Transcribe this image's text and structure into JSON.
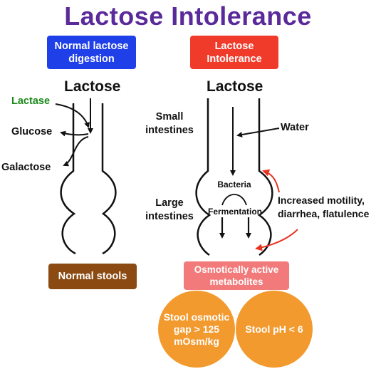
{
  "title": "Lactose Intolerance",
  "normal": {
    "header": "Normal lactose\ndigestion",
    "lactose": "Lactose",
    "lactase": "Lactase",
    "glucose": "Glucose",
    "galactose": "Galactose",
    "stools": "Normal stools"
  },
  "middle": {
    "small": "Small\nintestines",
    "large": "Large\nintestines"
  },
  "intolerance": {
    "header": "Lactose\nIntolerance",
    "lactose": "Lactose",
    "water": "Water",
    "bacteria": "Bacteria",
    "fermentation": "Fermentation",
    "effects": "Increased motility,\ndiarrhea, flatulence",
    "metabolites": "Osmotically active\nmetabolites",
    "stool_gap": "Stool osmotic\ngap > 125\nmOsm/kg",
    "stool_ph": "Stool pH < 6"
  },
  "colors": {
    "title": "#5b2a9a",
    "normal_header": "#1f3fe8",
    "intolerance_header": "#f03a2a",
    "lactase": "#1a8a1a",
    "stools_box": "#8b4a12",
    "metabolites_box": "#f27a7a",
    "circles": "#f39a2f",
    "red_arrow": "#e8341f"
  }
}
